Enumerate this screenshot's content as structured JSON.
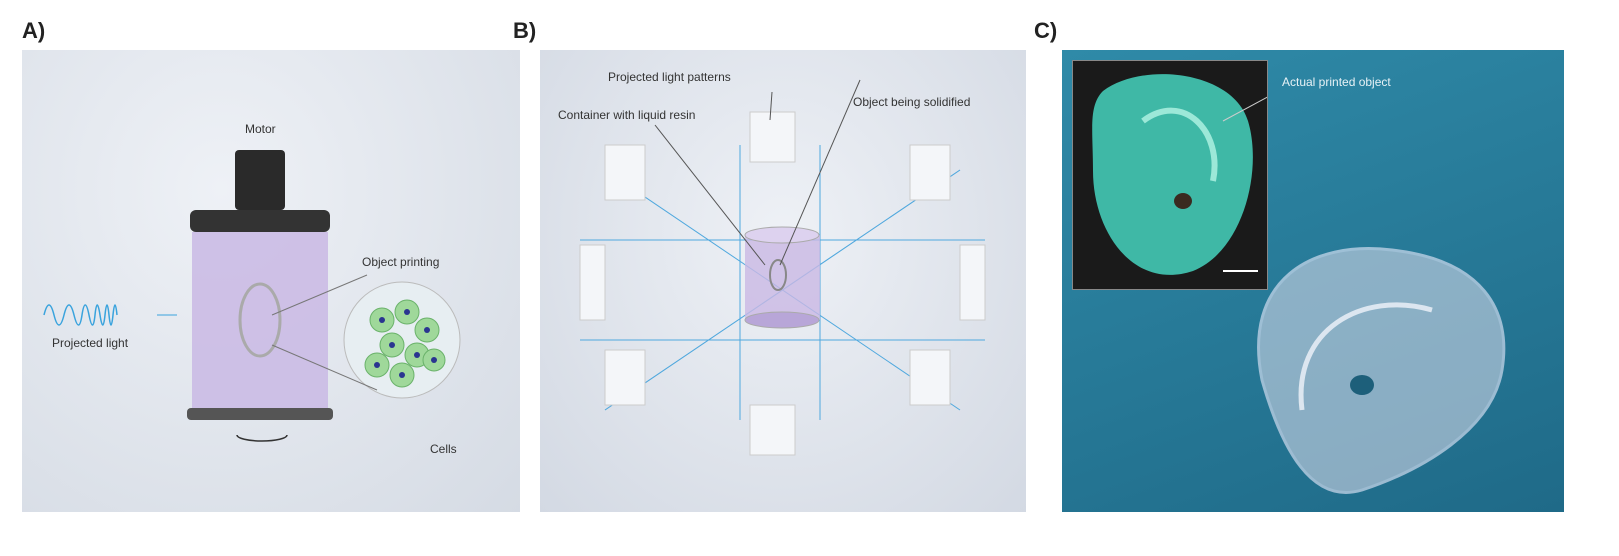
{
  "panels": [
    {
      "label": "A)",
      "annotations": {
        "motor": "Motor",
        "object_printing": "Object printing",
        "projected_light": "Projected light",
        "cells": "Cells"
      }
    },
    {
      "label": "B)",
      "annotations": {
        "patterns": "Projected light patterns",
        "container": "Container with liquid resin",
        "object": "Object being solidified"
      }
    },
    {
      "label": "C)",
      "annotations": {
        "actual": "Actual printed object"
      }
    }
  ],
  "colors": {
    "panel_bg": "#dfe4ec",
    "resin": "#c9b8e4",
    "light": "#3aa3dd",
    "c_bg": "#2a7c9a",
    "inset": "#3fb8a6"
  }
}
